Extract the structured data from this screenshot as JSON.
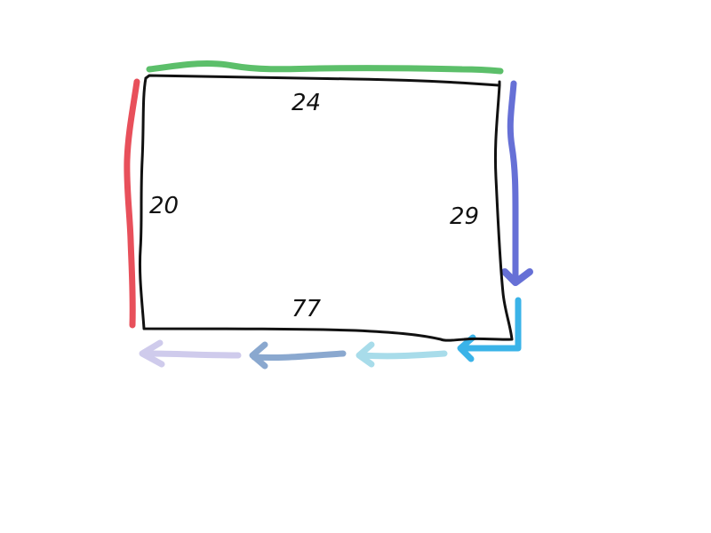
{
  "diagram": {
    "side_labels": {
      "top": "24",
      "left": "20",
      "right": "29",
      "bottom": "77"
    },
    "colors": {
      "outline": "#111111",
      "top_marker": "#5cbf6a",
      "left_marker": "#e8505b",
      "right_arrow": "#6670d6",
      "corner_arrow": "#3ab3e8",
      "bottom_arrow_1": "#a8dcea",
      "bottom_arrow_2": "#8aa8cf",
      "bottom_arrow_3": "#cfcbec"
    }
  }
}
